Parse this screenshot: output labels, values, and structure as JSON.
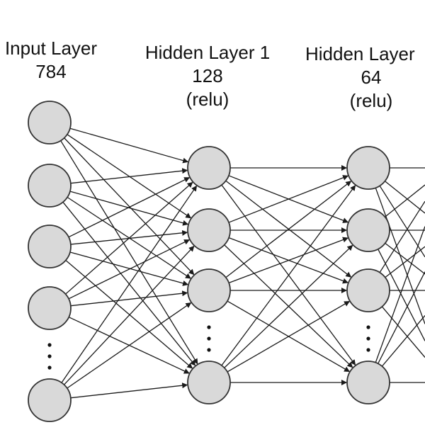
{
  "layers": [
    {
      "name": "Input Layer",
      "size": "784"
    },
    {
      "name": "Hidden Layer 1",
      "size": "128",
      "activation": "(relu)"
    },
    {
      "name": "Hidden Layer",
      "size": "64",
      "activation": "(relu)"
    }
  ],
  "colors": {
    "node_fill": "#d9d9d9",
    "node_stroke": "#333333",
    "edge": "#1a1a1a",
    "background": "#ffffff"
  }
}
